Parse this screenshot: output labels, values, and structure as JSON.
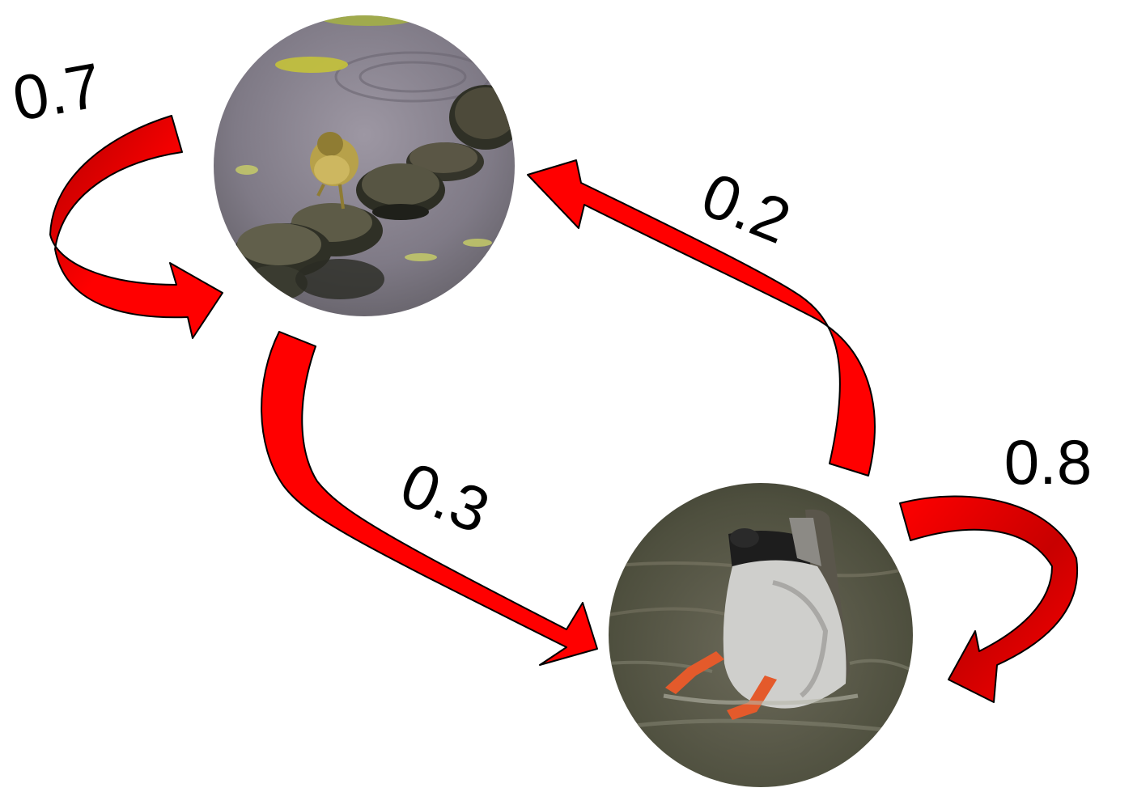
{
  "diagram": {
    "nodes": {
      "turtles": {
        "label": "",
        "image": "duckling-on-turtles-photo"
      },
      "duck": {
        "label": "",
        "image": "diving-duck-photo"
      }
    },
    "transitions": {
      "turtles_to_turtles": "0.7",
      "turtles_to_duck": "0.3",
      "duck_to_turtles": "0.2",
      "duck_to_duck": "0.8"
    }
  },
  "colors": {
    "arrow_fill": "#ff0000",
    "arrow_shade": "#c00000",
    "arrow_outline": "#000000",
    "text": "#000000",
    "background": "#ffffff"
  }
}
